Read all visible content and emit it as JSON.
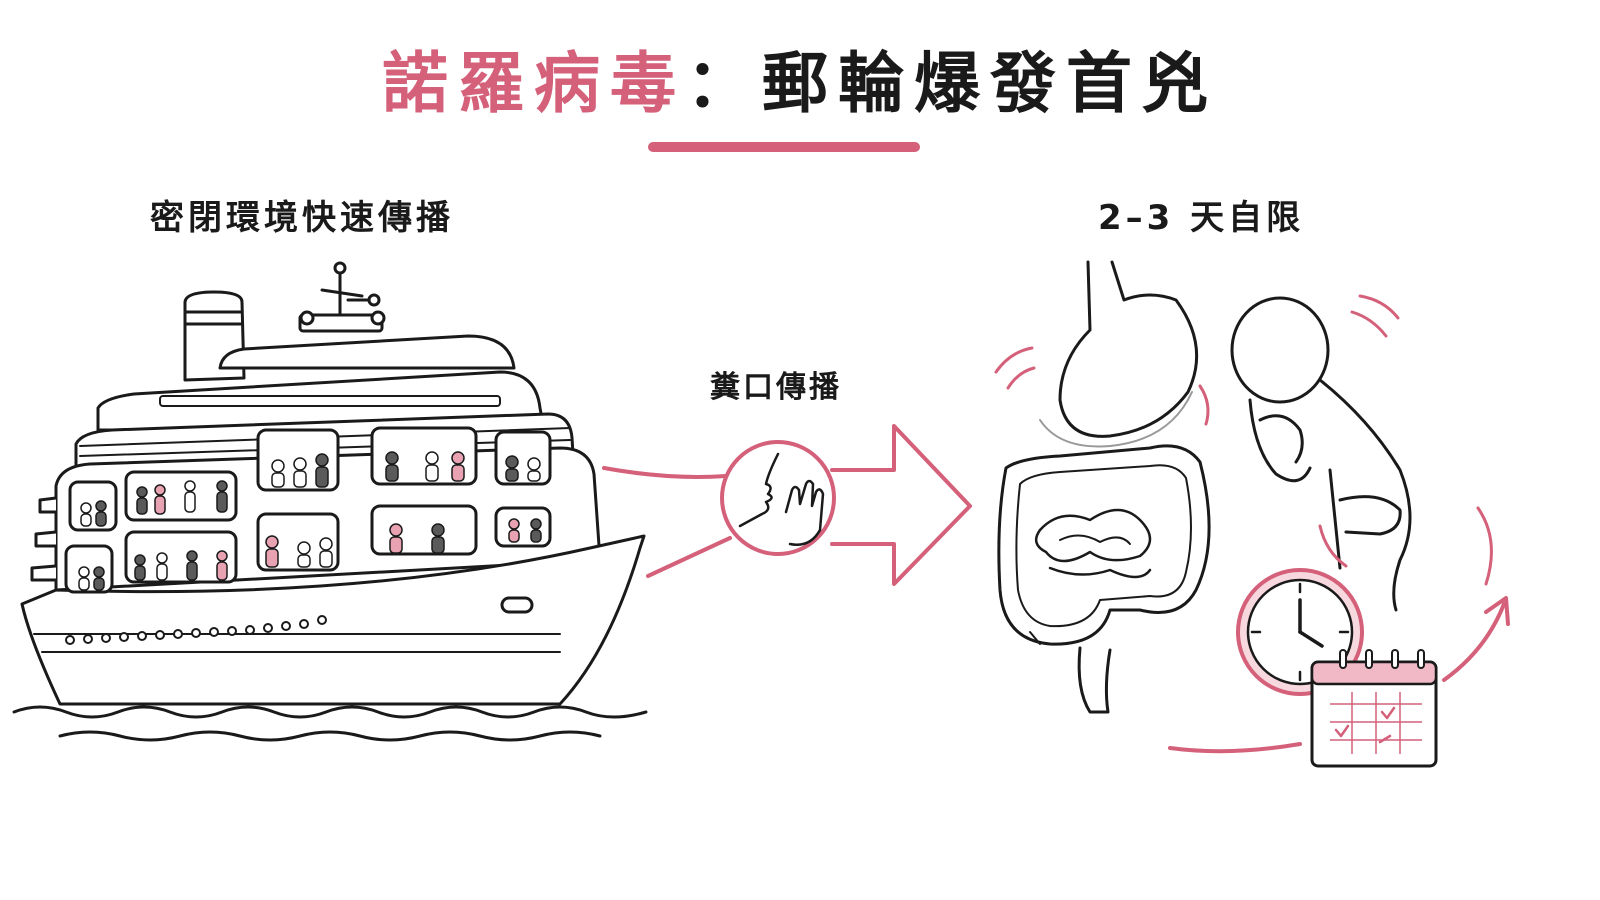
{
  "title": {
    "highlight": "諾羅病毒",
    "separator": "：",
    "rest": "郵輪爆發首兇"
  },
  "labels": {
    "left": "密閉環境快速傳播",
    "middle": "糞口傳播",
    "right": "2–3 天自限"
  },
  "colors": {
    "accent": "#d4607a",
    "accent_soft": "#e8a5b4",
    "line": "#1a1a1a",
    "passenger_dark": "#5a5a5a",
    "passenger_pink": "#e9a2b1"
  },
  "icons": [
    "cruise-ship-icon",
    "mouth-hand-icon",
    "arrow-icon",
    "digestive-system-icon",
    "sick-person-icon",
    "clock-icon",
    "calendar-icon",
    "waves-icon"
  ]
}
